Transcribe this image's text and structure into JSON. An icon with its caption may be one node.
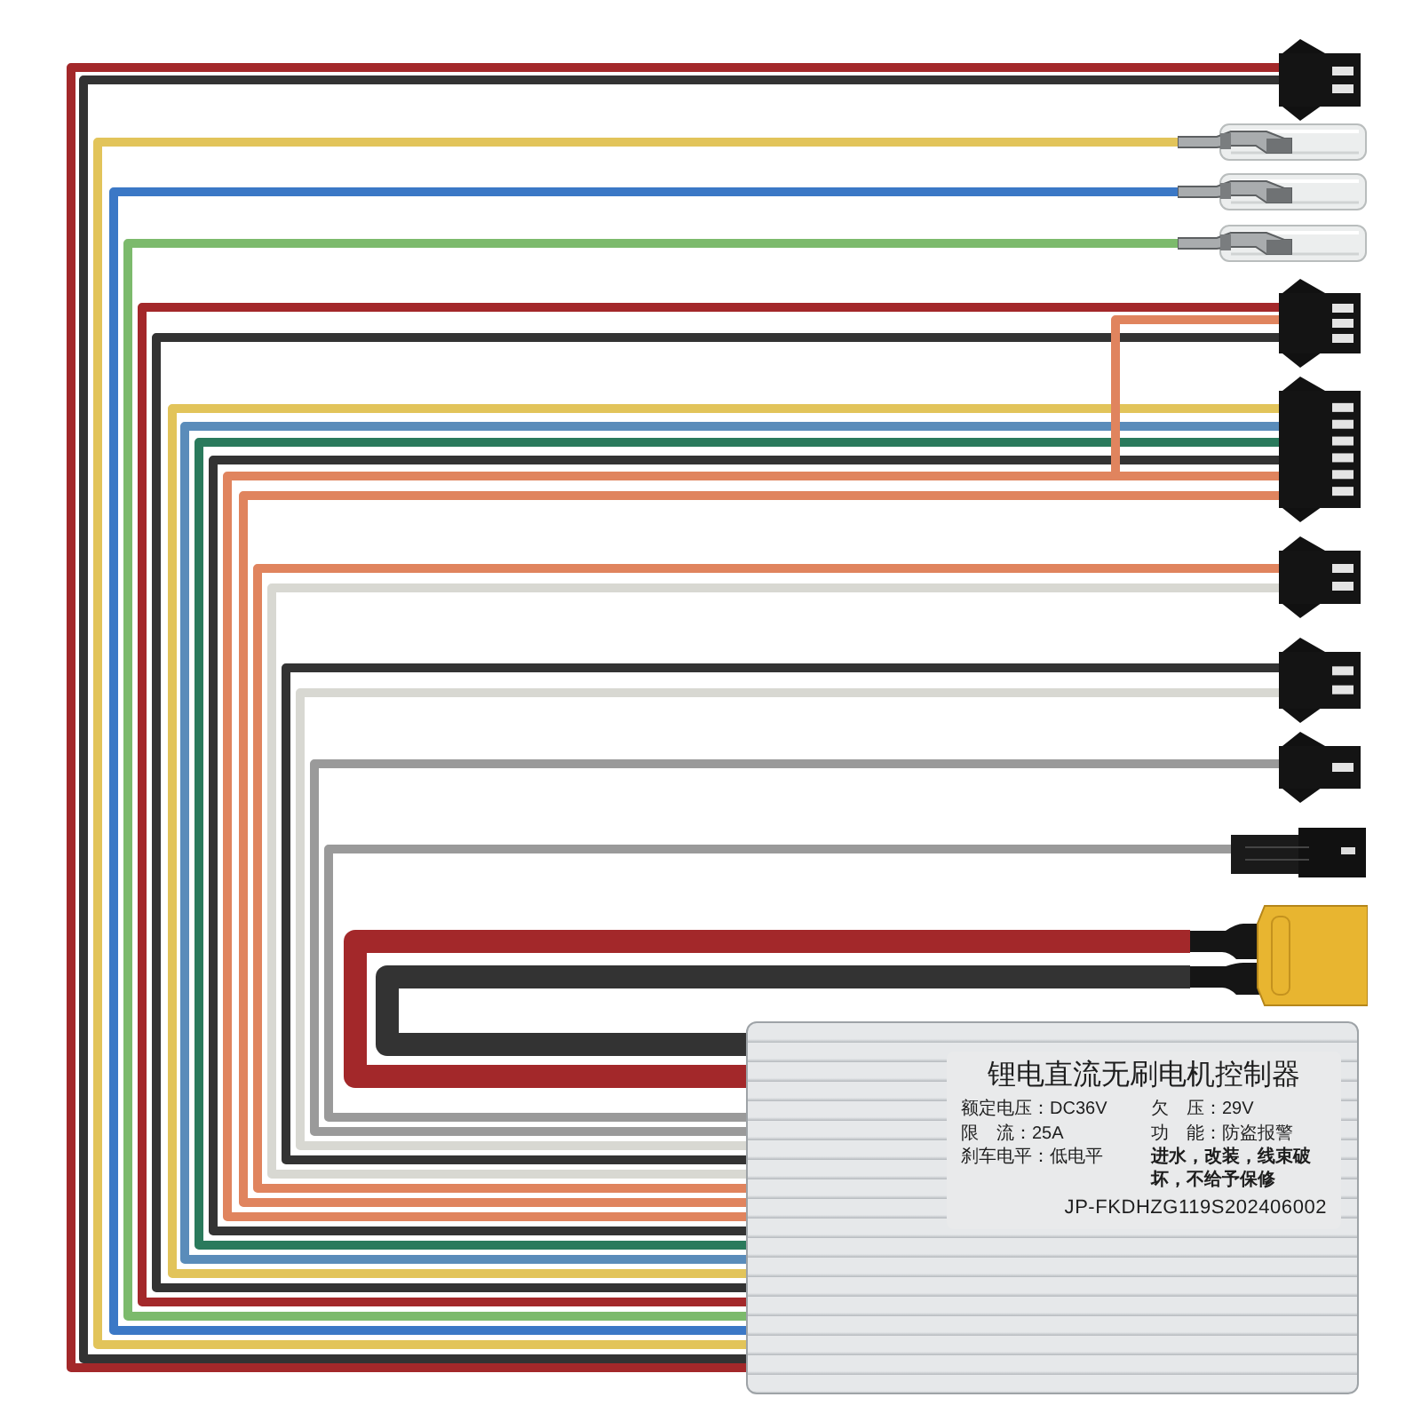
{
  "diagram": {
    "nodes": [
      {
        "text": [
          "锂电直流无刷电机控制器",
          "额定电压：DC36V",
          "欠　压：29V",
          "限　流：25A",
          "功　能：防盗报警",
          "刹车电平：低电平",
          "进水，改装，线束破坏，不给予保修",
          "JP-FKDHZG119S202406002"
        ]
      },
      {
        "text": [],
        "shape": "picture"
      },
      {
        "text": [],
        "shape": "picture"
      },
      {
        "text": [],
        "shape": "picture"
      },
      {
        "text": [],
        "shape": "picture"
      },
      {
        "text": [],
        "shape": "picture"
      },
      {
        "text": [],
        "shape": "picture"
      },
      {
        "text": [],
        "shape": "picture"
      },
      {
        "text": [],
        "shape": "picture"
      },
      {
        "text": [],
        "shape": "picture"
      },
      {
        "text": [],
        "shape": "picture"
      },
      {
        "text": [],
        "shape": "picture"
      }
    ],
    "edges": [
      {
        "from": 0,
        "to": 1,
        "arrow": "none",
        "color": "#a3282a"
      },
      {
        "from": 0,
        "to": 1,
        "arrow": "none",
        "color": "#333333"
      },
      {
        "from": 0,
        "to": 2,
        "arrow": "none",
        "color": "#e2c45a"
      },
      {
        "from": 0,
        "to": 3,
        "arrow": "none",
        "color": "#3b78c6"
      },
      {
        "from": 0,
        "to": 4,
        "arrow": "none",
        "color": "#7cba6c"
      },
      {
        "from": 0,
        "to": 5,
        "arrow": "none",
        "color": "#a3282a"
      },
      {
        "from": 0,
        "to": 5,
        "arrow": "none",
        "color": "#333333"
      },
      {
        "from": 0,
        "to": 6,
        "arrow": "none",
        "color": "#e2c45a"
      },
      {
        "from": 0,
        "to": 6,
        "arrow": "none",
        "color": "#5a8cba"
      },
      {
        "from": 0,
        "to": 6,
        "arrow": "none",
        "color": "#2a7a5c"
      },
      {
        "from": 0,
        "to": 6,
        "arrow": "none",
        "color": "#333333"
      },
      {
        "from": 0,
        "to": 6,
        "arrow": "none",
        "color": "#e0845e"
      },
      {
        "from": 0,
        "to": 6,
        "arrow": "none",
        "color": "#e0845e"
      },
      {
        "from": 5,
        "to": 6,
        "arrow": "none",
        "color": "#e0845e"
      },
      {
        "from": 0,
        "to": 7,
        "arrow": "none",
        "color": "#e0845e"
      },
      {
        "from": 0,
        "to": 7,
        "arrow": "none",
        "color": "#d8d8d2"
      },
      {
        "from": 0,
        "to": 8,
        "arrow": "none",
        "color": "#333333"
      },
      {
        "from": 0,
        "to": 8,
        "arrow": "none",
        "color": "#d8d8d2"
      },
      {
        "from": 0,
        "to": 9,
        "arrow": "none",
        "color": "#9a9a9a"
      },
      {
        "from": 0,
        "to": 10,
        "arrow": "none",
        "color": "#9a9a9a"
      },
      {
        "from": 0,
        "to": 11,
        "arrow": "none",
        "style": "thick",
        "color": "#a3282a"
      },
      {
        "from": 0,
        "to": 11,
        "arrow": "none",
        "style": "thick",
        "color": "#333333"
      }
    ]
  }
}
